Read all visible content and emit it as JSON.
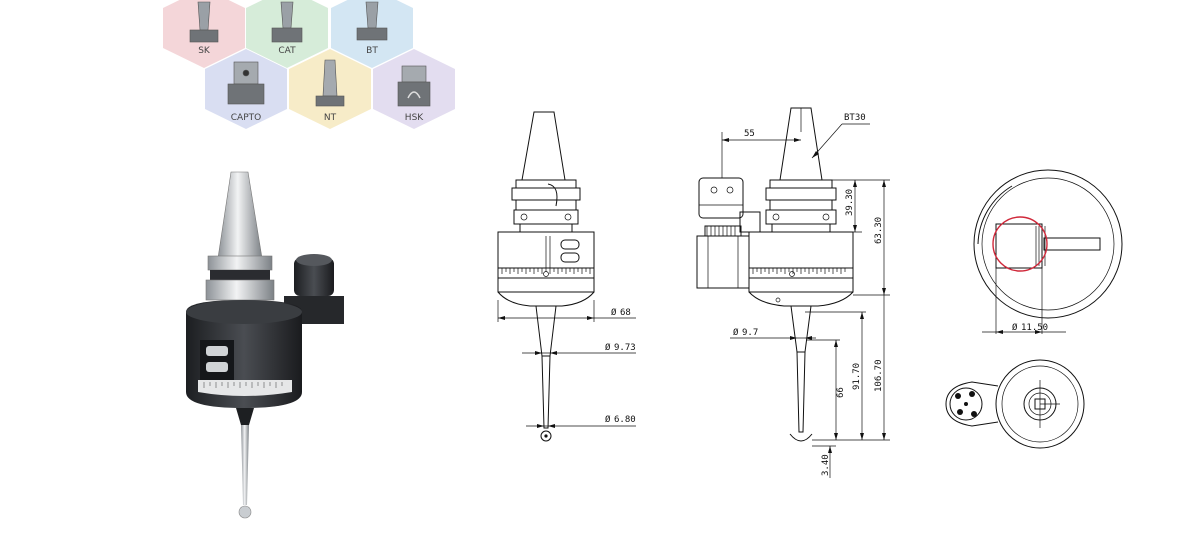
{
  "interfaces": [
    {
      "label": "SK",
      "color": "#f4d6d9"
    },
    {
      "label": "CAT",
      "color": "#d6ecd9"
    },
    {
      "label": "BT",
      "color": "#d3e6f3"
    },
    {
      "label": "CAPTO",
      "color": "#d9def2"
    },
    {
      "label": "NT",
      "color": "#f7ecc8"
    },
    {
      "label": "HSK",
      "color": "#e3ddf0"
    }
  ],
  "front_view": {
    "dia_body": "68",
    "dia_stylus_upper": "9.73",
    "dia_stylus_tip": "6.80"
  },
  "side_view": {
    "taper": "BT30",
    "offset": "55",
    "dia_stem": "9.7",
    "h_flange": "39.30",
    "h_top": "63.30",
    "h_stylus": "66",
    "h_mid": "91.70",
    "h_total": "106.70",
    "h_ball": "3.40"
  },
  "top_view": {
    "dia_detail": "11.50"
  }
}
